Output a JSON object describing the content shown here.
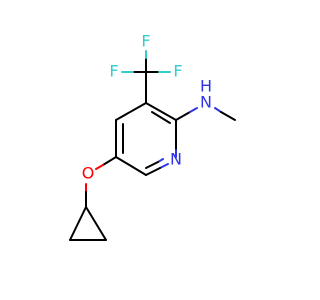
{
  "molecule": {
    "atoms": {
      "nitrogen_ring": "N",
      "nitrogen_amine": "N",
      "hydrogen_amine": "H",
      "oxygen": "O",
      "fluorine_1": "F",
      "fluorine_2": "F",
      "fluorine_3": "F"
    },
    "colors": {
      "nitrogen": "#2f35e6",
      "oxygen": "#ff0000",
      "fluorine": "#33cccc",
      "carbon_bond": "#000000",
      "background": "#ffffff"
    }
  }
}
